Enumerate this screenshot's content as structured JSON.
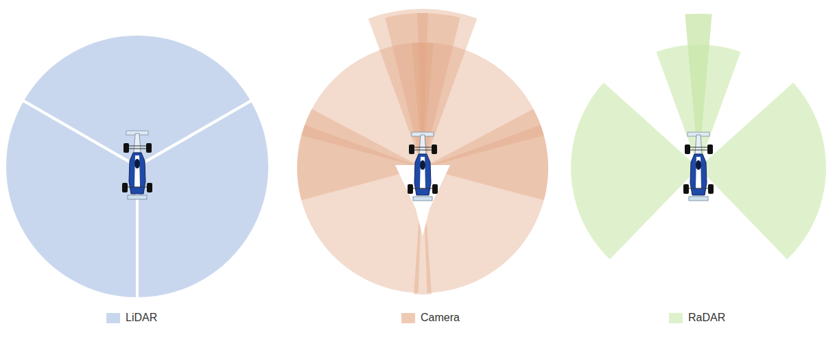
{
  "diagram": {
    "legend": [
      {
        "text": "LiDAR",
        "color": "#c9d7ee"
      },
      {
        "text": "Camera",
        "color": "#eecab5"
      },
      {
        "text": "RaDAR",
        "color": "#dff1cc"
      }
    ]
  }
}
